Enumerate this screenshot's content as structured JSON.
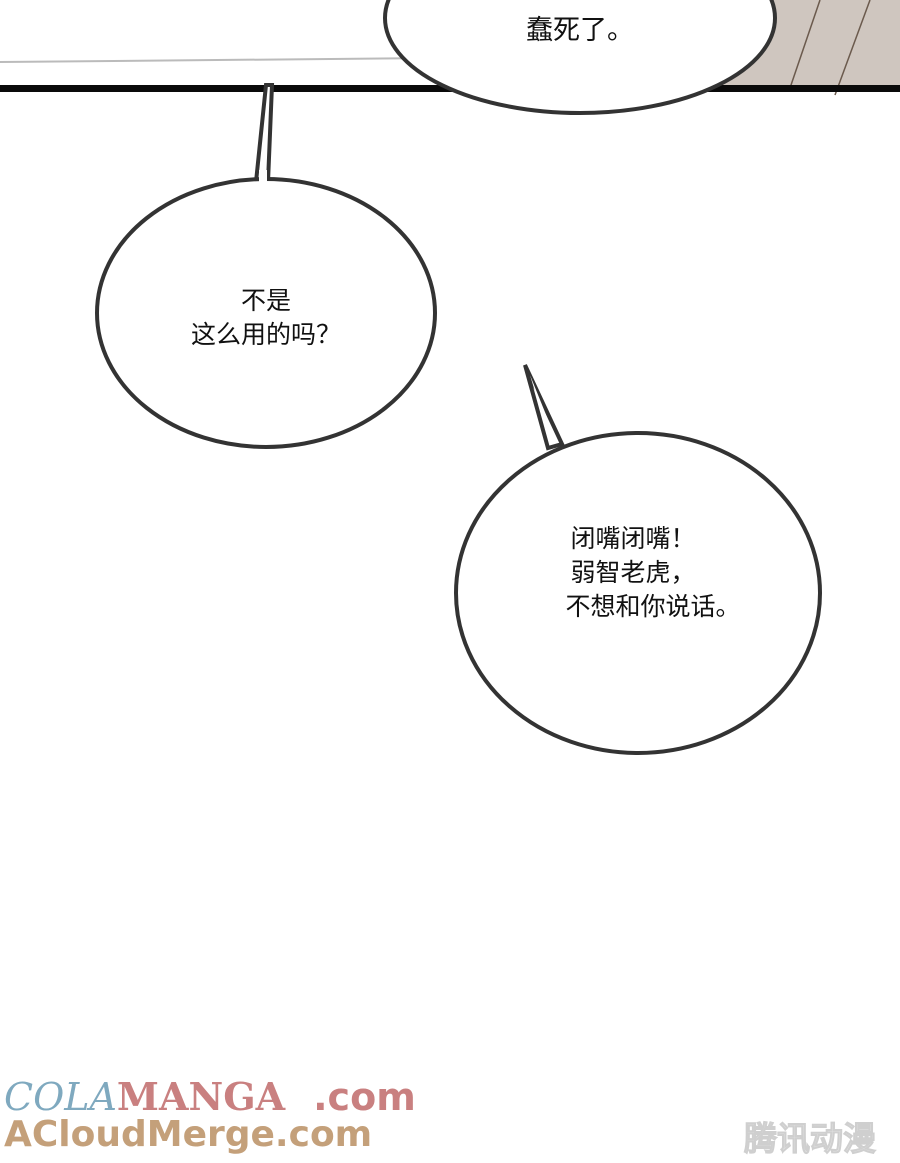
{
  "panel_top": {
    "bubble_text": "蠢死了。"
  },
  "bubbles": [
    {
      "lines": [
        "不是",
        "这么用的吗？"
      ]
    },
    {
      "lines": [
        "闭嘴闭嘴！",
        "弱智老虎，",
        "不想和你说话。"
      ]
    }
  ],
  "watermarks": {
    "cola": "COLA",
    "manga": "MANGA",
    "dotcom": ".com",
    "acloud": "ACloudMerge.com",
    "tencent": "腾讯动漫"
  },
  "colors": {
    "bubble_stroke": "#333333",
    "cola": "#7fa9bf",
    "manga": "#c98080",
    "acloud": "#c4a07a"
  }
}
